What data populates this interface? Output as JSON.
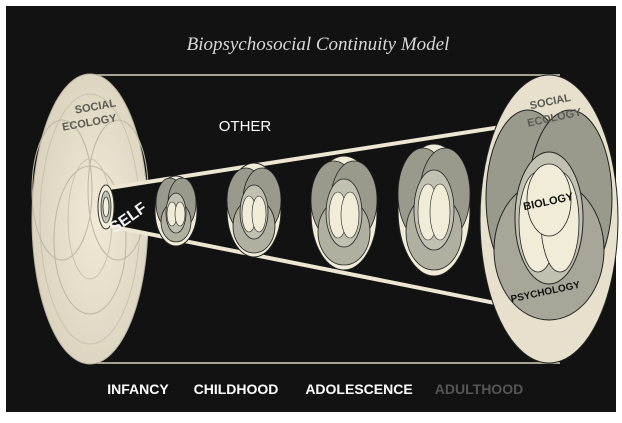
{
  "title": "Biopsychosocial Continuity Model",
  "labels": {
    "left_social_ecology_line1": "SOCIAL",
    "left_social_ecology_line2": "ECOLOGY",
    "other": "OTHER",
    "self": "SELF",
    "right_social_ecology_line1": "SOCIAL",
    "right_social_ecology_line2": "ECOLOGY",
    "biology": "BIOLOGY",
    "psychology": "PSYCHOLOGY"
  },
  "stages": [
    {
      "label": "INFANCY",
      "color": "#ffffff"
    },
    {
      "label": "CHILDHOOD",
      "color": "#ffffff"
    },
    {
      "label": "ADOLESCENCE",
      "color": "#ffffff"
    },
    {
      "label": "ADULTHOOD",
      "color": "#555555"
    }
  ],
  "colors": {
    "background": "#121212",
    "cylinder_fill": "#e6e0cc",
    "ellipse_dark": "#9a9a8c",
    "ellipse_mid": "#c2c0b0",
    "ellipse_light": "#f0ecd8"
  }
}
